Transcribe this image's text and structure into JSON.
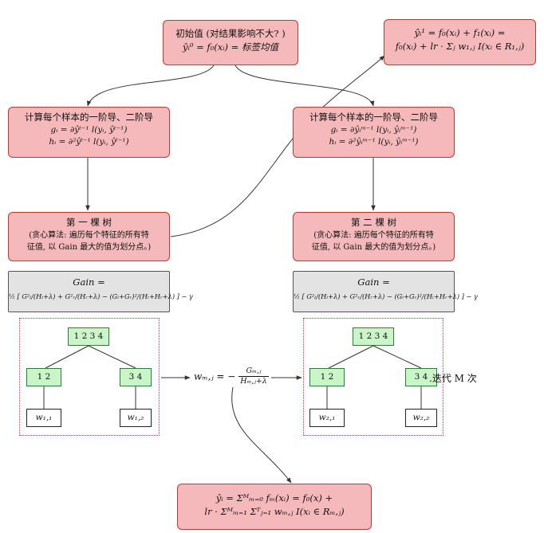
{
  "init_box": {
    "line1": "初始值 (对结果影响不大? )",
    "line2": "ŷᵢ⁰ = f₀(xᵢ) = 标签均值"
  },
  "update_box": {
    "line1": "ŷᵢ¹ = f₀(xᵢ) + f₁(xᵢ) =",
    "line2": "f₀(xᵢ) + lr · Σⱼ w₁,ⱼ I(xᵢ ∈ R₁,ⱼ)"
  },
  "grad_left": {
    "title": "计算每个样本的一阶导、二阶导",
    "g": "gᵢ = ∂ŷᵗ⁻¹ l(yᵢ, ŷᵗ⁻¹)",
    "h": "hᵢ = ∂²ŷᵗ⁻¹ l(yᵢ, ŷᵗ⁻¹)"
  },
  "grad_right": {
    "title": "计算每个样本的一阶导、二阶导",
    "g": "gᵢ = ∂ŷᵢᵐ⁻¹ l(yᵢ, ŷᵢᵐ⁻¹)",
    "h": "hᵢ = ∂²ŷᵢᵐ⁻¹ l(yᵢ, ŷᵢᵐ⁻¹)"
  },
  "tree_left": {
    "title": "第 一 棵 树",
    "desc1": "(贪心算法: 遍历每个特征的所有特",
    "desc2": "征值, 以 Gain 最大的值为划分点。)"
  },
  "tree_right": {
    "title": "第 二 棵 树",
    "desc1": "(贪心算法: 遍历每个特征的所有特",
    "desc2": "征值, 以 Gain 最大的值为划分点。)"
  },
  "gain": {
    "line1": "Gain =",
    "line2": "½ [ G²ₗ/(Hₗ+λ) + G²ᵣ/(Hᵣ+λ) − (Gₗ+Gᵣ)²/(Hₗ+Hᵣ+λ) ] − γ"
  },
  "nodes_left": {
    "root": "1 2 3 4",
    "left": "1 2",
    "right": "3 4",
    "leaf_left": "w₁,₁",
    "leaf_right": "w₁,₂"
  },
  "nodes_right": {
    "root": "1 2 3 4",
    "left": "1 2",
    "right": "3 4",
    "leaf_left": "w₂,₁",
    "leaf_right": "w₂,₂"
  },
  "weight_formula": {
    "lhs": "wₘ,ⱼ = −",
    "num": "Gₘ,ⱼ",
    "den": "Hₘ,ⱼ+λ"
  },
  "iterate_label": ".迭代 M 次",
  "final_box": {
    "line1": "ŷᵢ = Σᴹₘ₌₀ fₘ(xᵢ) = f₀(x) +",
    "line2": "lr · Σᴹₘ₌₁ Σᵀⱼ₌₁ wₘ,ⱼ I(xᵢ ∈ Rₘ,ⱼ)"
  }
}
